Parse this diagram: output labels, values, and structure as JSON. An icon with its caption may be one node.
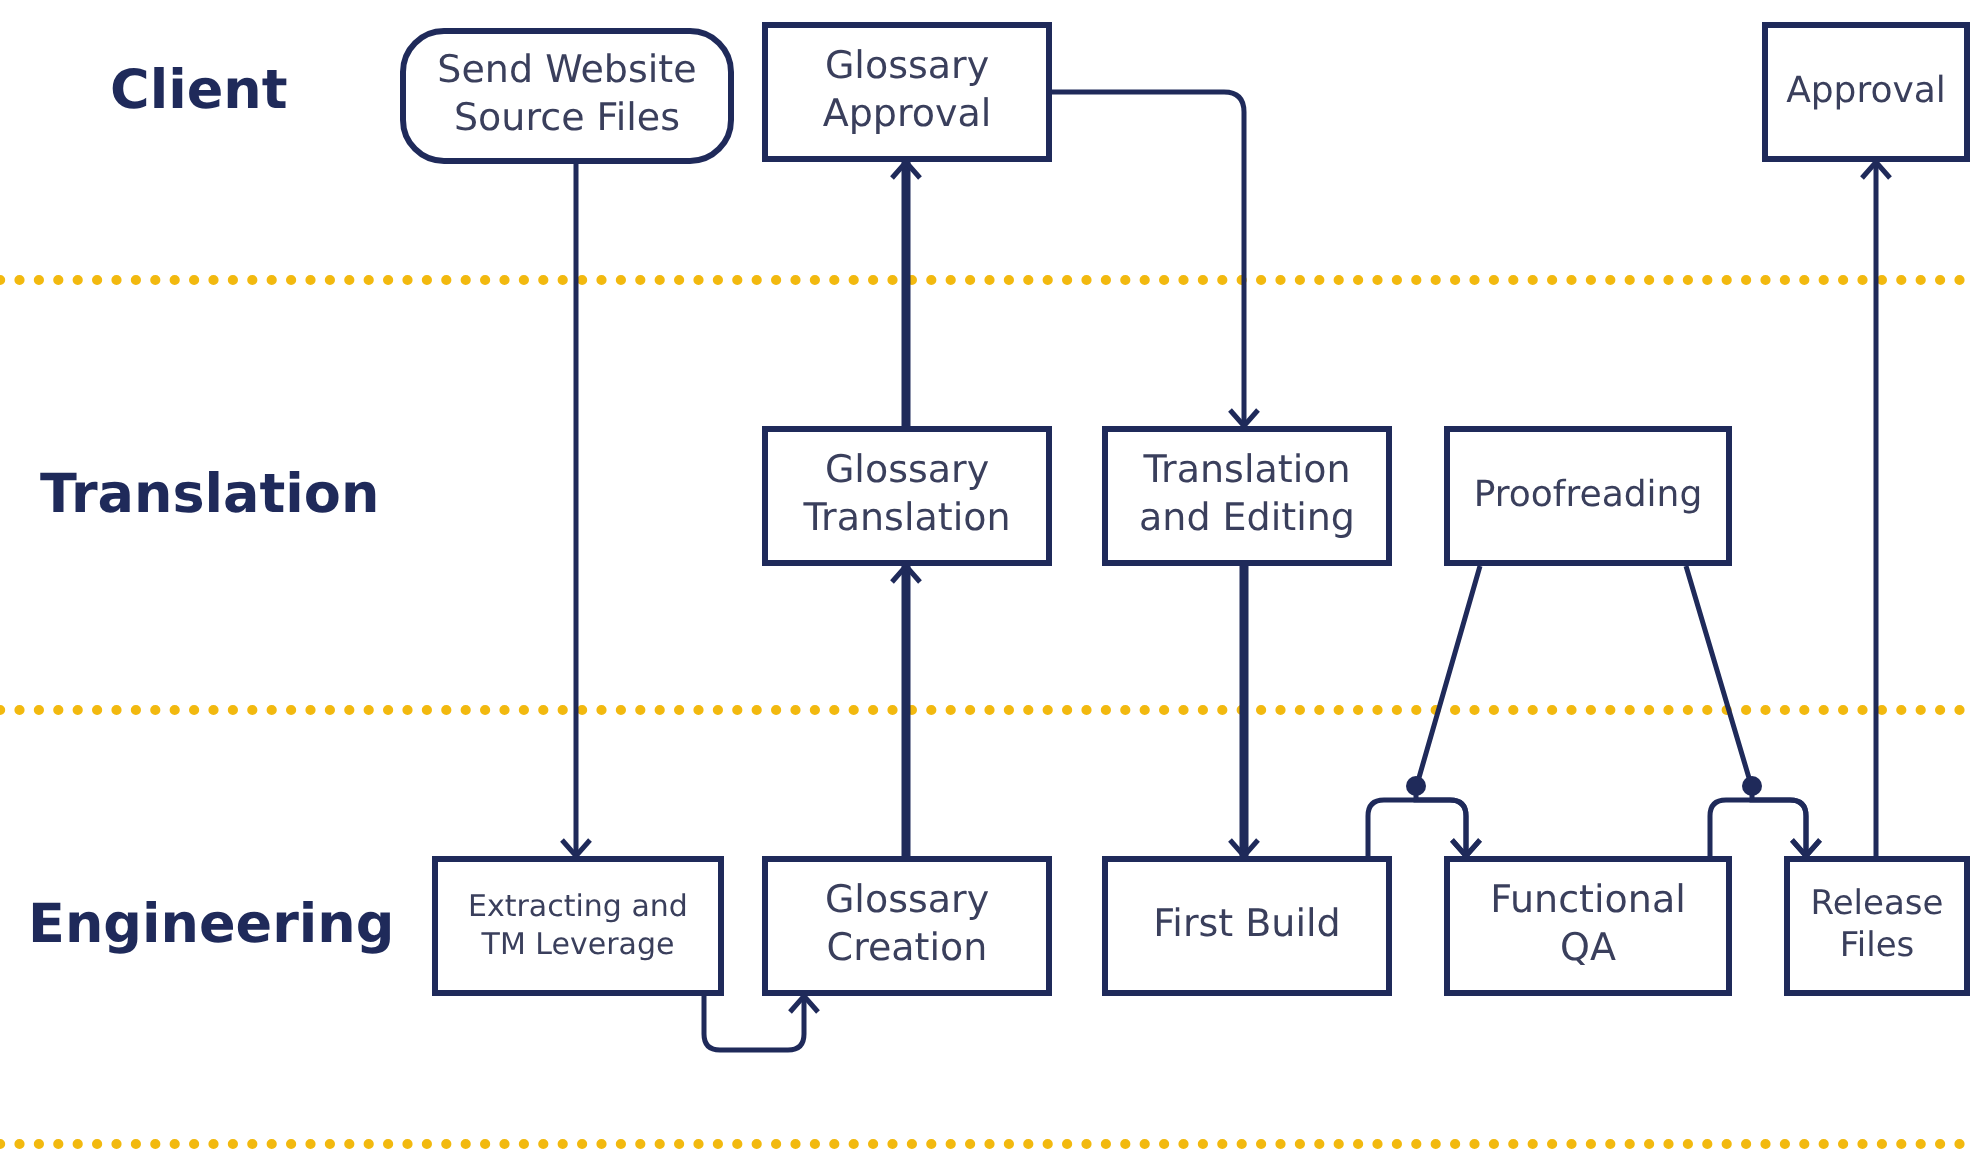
{
  "diagram": {
    "nodes": [
      {
        "text": [
          "Send Website Source Files"
        ]
      },
      {
        "text": [
          "Glossary Approval"
        ]
      },
      {
        "text": [
          "Approval"
        ]
      },
      {
        "text": [
          "Glossary Translation"
        ]
      },
      {
        "text": [
          "Translation and Editing"
        ]
      },
      {
        "text": [
          "Proofreading"
        ]
      },
      {
        "text": [
          "Extracting and TM Leverage"
        ]
      },
      {
        "text": [
          "Glossary Creation"
        ]
      },
      {
        "text": [
          "First Build"
        ]
      },
      {
        "text": [
          "Functional QA"
        ]
      },
      {
        "text": [
          "Release Files"
        ]
      }
    ],
    "edges": [
      {
        "from": 0,
        "to": 6,
        "arrow": "to"
      },
      {
        "from": 6,
        "to": 7,
        "arrow": "to"
      },
      {
        "from": 7,
        "to": 3,
        "arrow": "to",
        "style": "thick"
      },
      {
        "from": 3,
        "to": 1,
        "arrow": "to",
        "style": "thick"
      },
      {
        "from": 1,
        "to": 4,
        "arrow": "to"
      },
      {
        "from": 4,
        "to": 8,
        "arrow": "to",
        "style": "thick"
      },
      {
        "from": 8,
        "to": 9,
        "arrow": "to"
      },
      {
        "from": 5,
        "to": 9,
        "arrow": "to"
      },
      {
        "from": 9,
        "to": 10,
        "arrow": "to"
      },
      {
        "from": 5,
        "to": 10,
        "arrow": "to"
      },
      {
        "from": 10,
        "to": 2,
        "arrow": "to"
      }
    ],
    "labels": [
      "Client",
      "Translation",
      "Engineering"
    ]
  }
}
